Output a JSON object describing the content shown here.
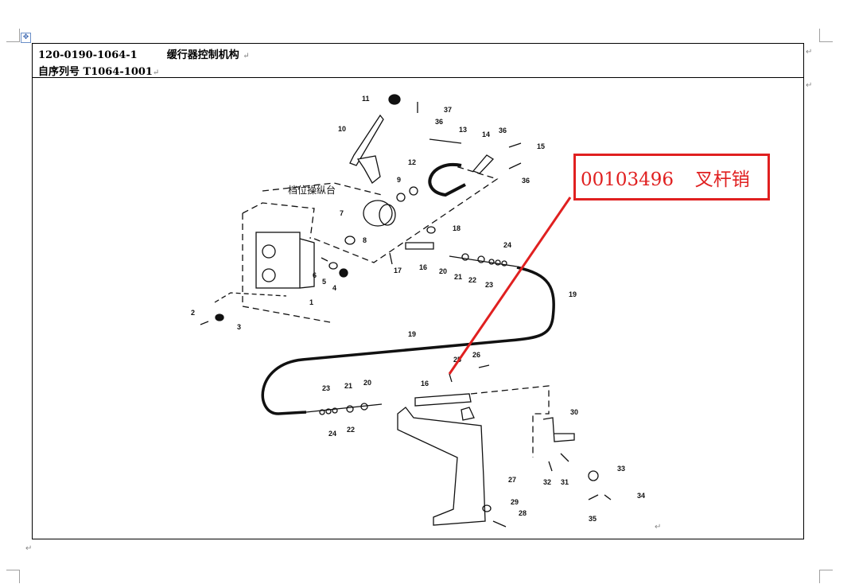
{
  "header": {
    "part_code": "120-0190-1064-1",
    "title": "缓行器控制机构",
    "serial_label": "自序列号 T1064-1001"
  },
  "diagram": {
    "console_label": "档位操纵台",
    "callouts": [
      "11",
      "37",
      "36",
      "10",
      "13",
      "14",
      "36",
      "15",
      "12",
      "9",
      "36",
      "7",
      "8",
      "18",
      "16",
      "17",
      "24",
      "20",
      "21",
      "22",
      "23",
      "6",
      "5",
      "4",
      "1",
      "2",
      "3",
      "19",
      "19",
      "25",
      "26",
      "16",
      "21",
      "20",
      "23",
      "24",
      "22",
      "30",
      "27",
      "33",
      "32",
      "31",
      "34",
      "35",
      "29",
      "28"
    ]
  },
  "annotation": {
    "part_number": "00103496",
    "part_name": "叉杆销",
    "color": "#e02020"
  },
  "marks": {
    "paragraph": "↵",
    "anchor": "✥"
  }
}
